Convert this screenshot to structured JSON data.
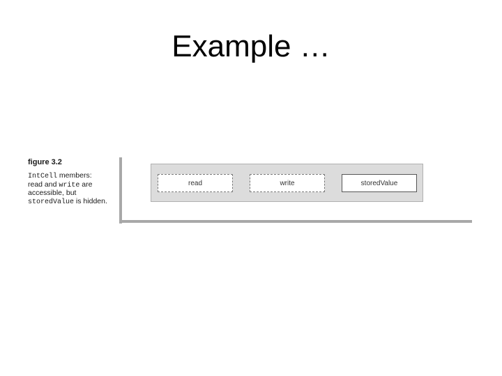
{
  "slide": {
    "title": "Example …"
  },
  "figure": {
    "label": "figure 3.2",
    "caption": {
      "class_name": "IntCell",
      "line1_tail": " members:",
      "read": "read",
      "and": " and ",
      "write": "write",
      "are": " are",
      "line3": "accessible, but",
      "stored_value": "storedValue",
      "hidden_tail": " is hidden."
    },
    "members": [
      {
        "label": "read",
        "access": "public"
      },
      {
        "label": "write",
        "access": "public"
      },
      {
        "label": "storedValue",
        "access": "private"
      }
    ]
  }
}
